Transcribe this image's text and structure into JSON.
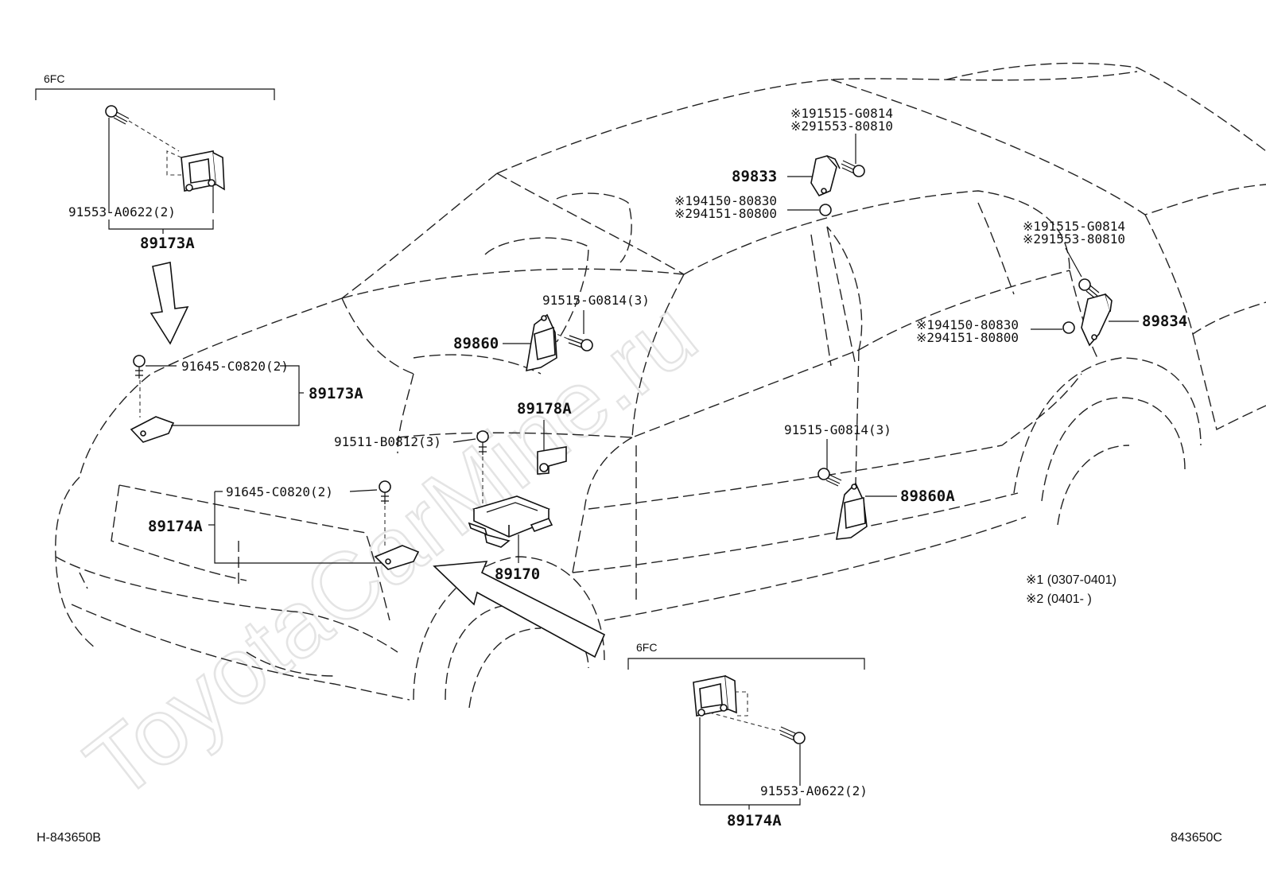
{
  "watermark": "ToyotaCarMine.ru",
  "frames": {
    "top_left_code": "6FC",
    "bottom_code": "6FC"
  },
  "parts": {
    "p89173A_top": "89173A",
    "p91553_top": "91553-A0622(2)",
    "p91645_a": "91645-C0820(2)",
    "p89173A_mid": "89173A",
    "p91511": "91511-B0812(3)",
    "p91645_b": "91645-C0820(2)",
    "p89174A_mid": "89174A",
    "p89860": "89860",
    "p91515_a": "91515-G0814(3)",
    "p89178A": "89178A",
    "p89170": "89170",
    "p89833": "89833",
    "p89833_b1": "※191515-G0814",
    "p89833_b2": "※291553-80810",
    "p89833_n1": "※194150-80830",
    "p89833_n2": "※294151-80800",
    "p89834": "89834",
    "p89834_b1": "※191515-G0814",
    "p89834_b2": "※291553-80810",
    "p89834_n1": "※194150-80830",
    "p89834_n2": "※294151-80800",
    "p91515_b": "91515-G0814(3)",
    "p89860A": "89860A",
    "p91553_bot": "91553-A0622(2)",
    "p89174A_bot": "89174A"
  },
  "legend": {
    "note1": "※1 (0307-0401)",
    "note2": "※2 (0401-       )"
  },
  "refs": {
    "left": "H-843650B",
    "right": "843650C"
  }
}
